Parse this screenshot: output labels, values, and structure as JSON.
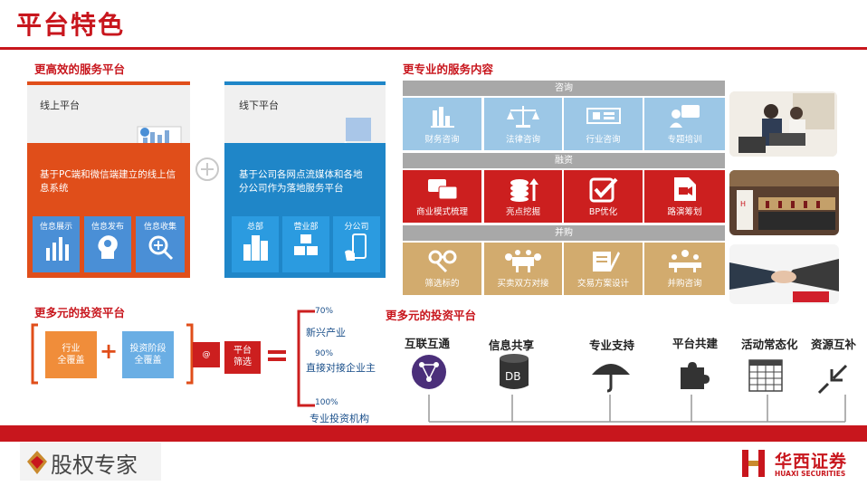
{
  "title": "平台特色",
  "left_section": {
    "heading": "更高效的服务平台",
    "online": {
      "title": "线上平台",
      "desc": "基于PC端和微信端建立的线上信息系统",
      "tiles": [
        "信息展示",
        "信息发布",
        "信息收集"
      ]
    },
    "offline": {
      "title": "线下平台",
      "desc": "基于公司各网点流媒体和各地分公司作为落地服务平台",
      "tiles": [
        "总部",
        "营业部",
        "分公司"
      ]
    }
  },
  "right_section": {
    "heading": "更专业的服务内容",
    "bands": [
      "咨询",
      "融资",
      "并购"
    ],
    "consult": [
      "财务咨询",
      "法律咨询",
      "行业咨询",
      "专题培训"
    ],
    "finance": [
      "商业模式梳理",
      "亮点挖掘",
      "BP优化",
      "路演筹划"
    ],
    "ma": [
      "筛选标的",
      "买卖双方对接",
      "交易方案设计",
      "并购咨询"
    ]
  },
  "invest_left": {
    "heading": "更多元的投资平台",
    "box1": "行业\n全覆盖",
    "box2": "投资阶段\n全覆盖",
    "small": "@",
    "platform": "平台\n筛选",
    "items": [
      {
        "pct": "70%",
        "label": "新兴产业"
      },
      {
        "pct": "90%",
        "label": "直接对接企业主"
      },
      {
        "pct": "100%",
        "label": "专业投资机构"
      }
    ]
  },
  "invest_right": {
    "heading": "更多元的投资平台",
    "features": [
      "互联互通",
      "信息共享",
      "专业支持",
      "平台共建",
      "活动常态化",
      "资源互补"
    ],
    "db_label": "DB"
  },
  "footer": {
    "left_logo": "股权专家",
    "right_logo": "华西证券",
    "right_logo_en": "HUAXI SECURITIES"
  },
  "colors": {
    "brand_red": "#c8161d",
    "orange": "#e04e1a",
    "blue": "#1f86c8"
  }
}
